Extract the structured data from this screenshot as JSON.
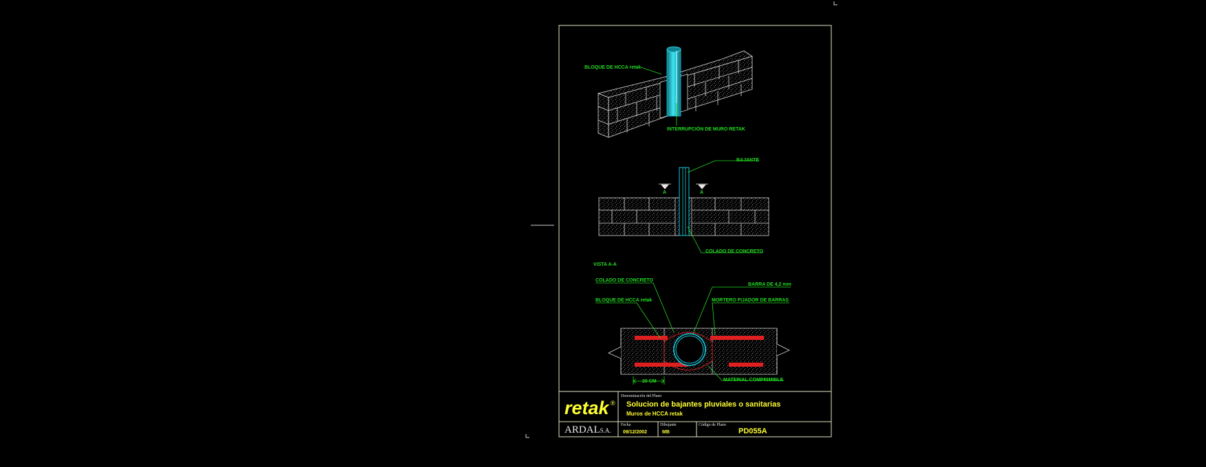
{
  "colors": {
    "background": "#000000",
    "frame": "#e6e6c8",
    "label_green": "#22dd22",
    "pipe_cyan": "#19c8dc",
    "bar_red": "#e02020",
    "title_yellow": "#ffff33",
    "logo_yellow": "#ffff33"
  },
  "labels": {
    "iso_block": "BLOQUE DE HCCA retak",
    "iso_interruption": "INTERRUPCIÓN DE MURO RETAK",
    "elev_downpipe": "BAJANTE",
    "elev_section_left": "A",
    "elev_section_right": "A",
    "elev_concrete": "COLADO DE CONCRETO",
    "plan_view": "VISTA A-A",
    "plan_concrete": "COLADO DE CONCRETO",
    "plan_block": "BLOQUE DE HCCA retak",
    "plan_bar": "BARRA DE 4,2 mm",
    "plan_mortar": "MORTERO FIJADOR DE BARRAS",
    "plan_dimension": "20 CM",
    "plan_compressible": "MATERIAL COMPRIMIBLE"
  },
  "title_block": {
    "logo": "retak",
    "logo_mark": "®",
    "company": "ARDAL",
    "company_suffix": "S.A.",
    "denomination_label": "Denominación del Plano",
    "title": "Solucion de bajantes pluviales o sanitarias",
    "subtitle": "Muros de HCCA retak",
    "date_label": "Fecha",
    "date_value": "09/12/2002",
    "drawn_label": "Dibujante",
    "drawn_value": "MB",
    "code_label": "Código de Plano",
    "code_value": "PD055A"
  }
}
